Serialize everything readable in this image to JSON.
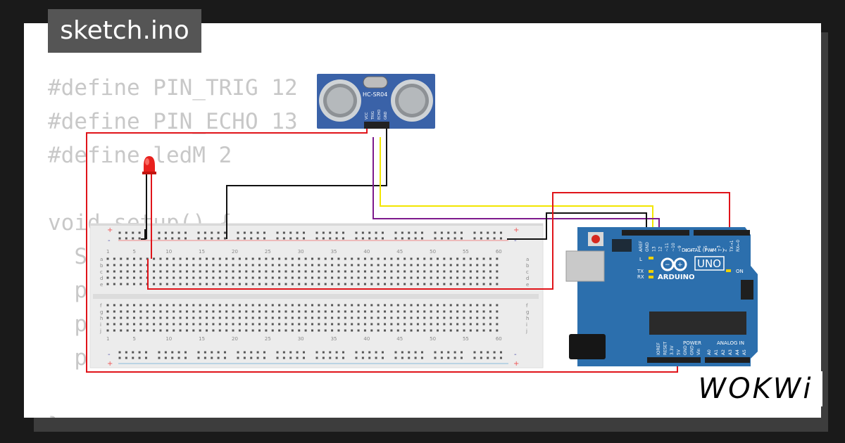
{
  "title": "sketch.ino",
  "code_lines": [
    "#define PIN_TRIG 12",
    "#define PIN_ECHO 13",
    "#define ledM 2",
    "",
    "void setup() {",
    "  S",
    "  p",
    "  p",
    "  p",
    "",
    "}"
  ],
  "logo": "WOKWi",
  "sensor": {
    "model": "HC-SR04",
    "pins": [
      "VCC",
      "TRIG",
      "ECHO",
      "GND"
    ]
  },
  "breadboard": {
    "column_numbers": [
      "1",
      "5",
      "10",
      "15",
      "20",
      "25",
      "30",
      "35",
      "40",
      "45",
      "50",
      "55",
      "60"
    ],
    "rows_top": [
      "a",
      "b",
      "c",
      "d",
      "e"
    ],
    "rows_bottom": [
      "f",
      "g",
      "h",
      "i",
      "j"
    ],
    "plus": "+",
    "minus": "-"
  },
  "arduino": {
    "brand": "ARDUINO",
    "model": "UNO",
    "digital_label": "DIGITAL (PWM ~)",
    "power_label": "POWER",
    "analog_label": "ANALOG IN",
    "on_label": "ON",
    "l_label": "L",
    "tx_label": "TX",
    "rx_label": "RX",
    "digital_pins": [
      "AREF",
      "GND",
      "13",
      "12",
      "~11",
      "~10",
      "~9",
      "8",
      "7",
      "~6",
      "~5",
      "4",
      "~3",
      "2",
      "TX→1",
      "RX←0"
    ],
    "power_pins": [
      "IOREF",
      "RESET",
      "3.3V",
      "5V",
      "GND",
      "GND",
      "Vin"
    ],
    "analog_pins": [
      "A0",
      "A1",
      "A2",
      "A3",
      "A4",
      "A5"
    ]
  },
  "colors": {
    "wire_red": "#e0141a",
    "wire_black": "#111111",
    "wire_yellow": "#f2e600",
    "wire_purple": "#7d1a8c",
    "pcb_blue": "#2c6fad",
    "sensor_blue": "#3a62a8",
    "led_red": "#e8201d"
  }
}
